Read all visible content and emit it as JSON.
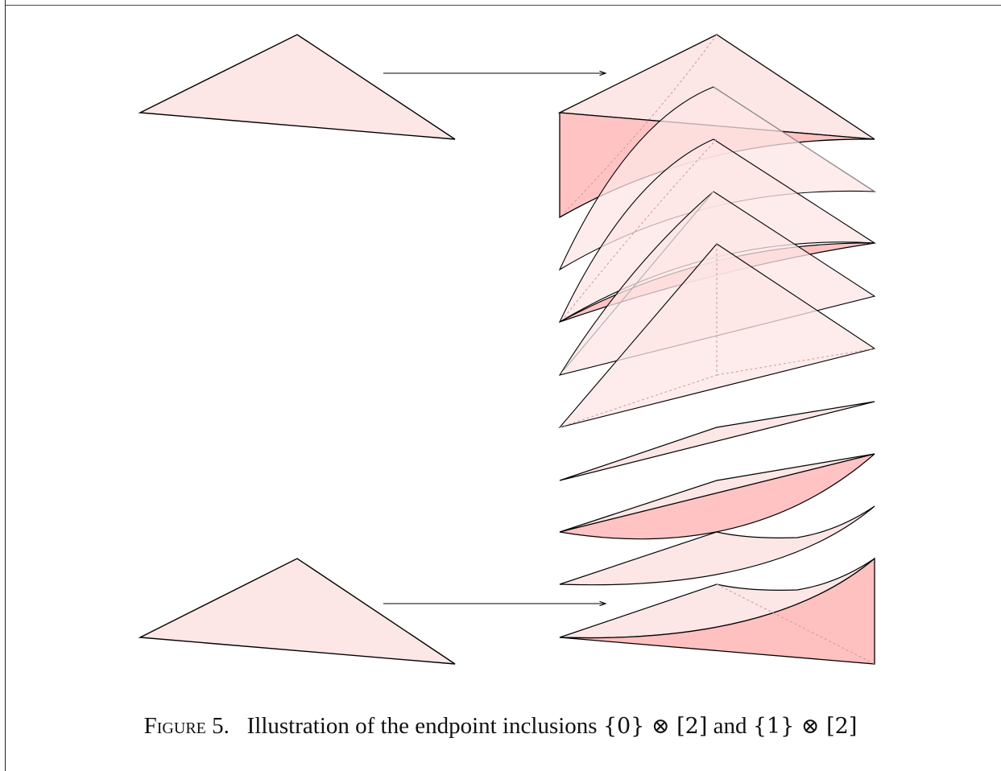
{
  "caption": {
    "label": "Figure 5.",
    "text": "Illustration of the endpoint inclusions",
    "math_a": "{0} ⊗ [2]",
    "joiner": "and",
    "math_b": "{1} ⊗ [2]"
  },
  "colors": {
    "fill_light": "#fde6e6",
    "fill_dark": "#ffbdbd",
    "stroke": "#000000"
  }
}
